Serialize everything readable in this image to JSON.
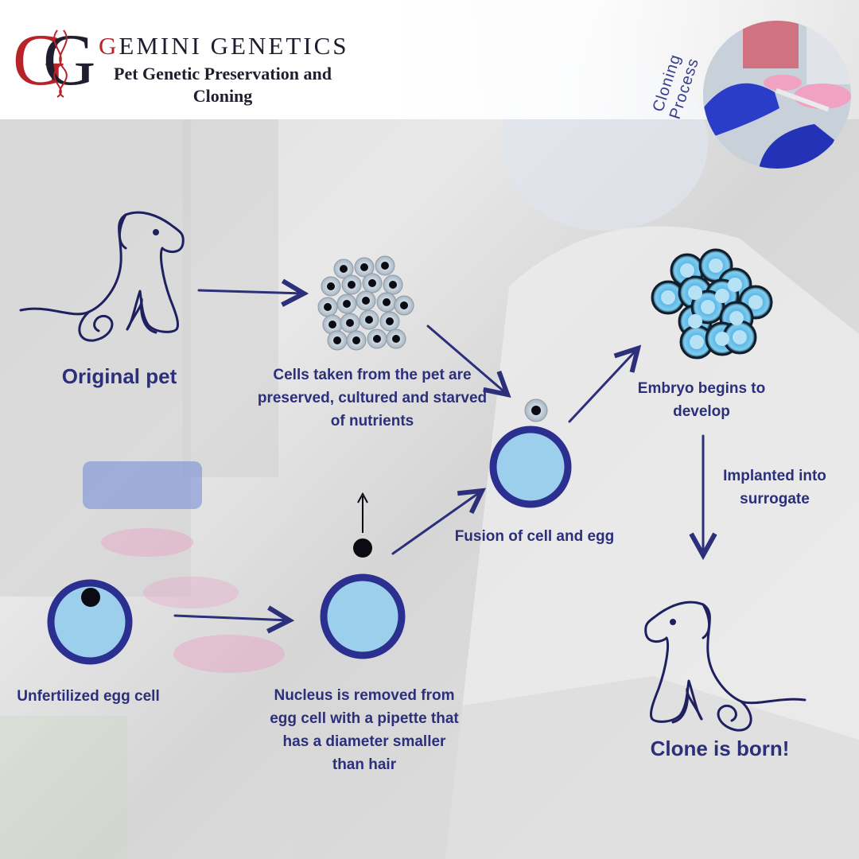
{
  "brand": {
    "logo_letters": "GG",
    "name_first_letter": "G",
    "name_rest": "EMINI GENETICS",
    "tagline": "Pet Genetic Preservation and Cloning"
  },
  "photo_caption": "Cloning Process",
  "steps": {
    "original_pet": "Original pet",
    "cells_taken": "Cells taken from the pet are preserved, cultured and starved of nutrients",
    "fusion": "Fusion of cell and egg",
    "embryo": "Embryo begins to develop",
    "implanted": "Implanted into surrogate",
    "clone": "Clone is born!",
    "unfertilized": "Unfertilized egg cell",
    "nucleus_removed": "Nucleus is removed from egg cell with a pipette that has a diameter smaller than hair"
  },
  "colors": {
    "ink": "#2c2f7a",
    "cell_fill": "#9ccfeb",
    "cell_ring": "#2b2f8f",
    "brand_red": "#b8232a"
  }
}
